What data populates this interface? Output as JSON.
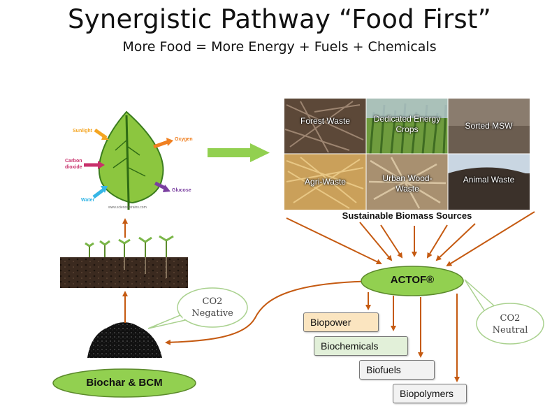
{
  "title": "Synergistic Pathway “Food First”",
  "subtitle": "More Food = More Energy + Fuels + Chemicals",
  "leaf": {
    "sunlight": "Sunlight",
    "carbon_dioxide_1": "Carbon",
    "carbon_dioxide_2": "dioxide",
    "water": "Water",
    "oxygen": "Oxygen",
    "glucose": "Glucose",
    "credit": "www.sciencentrains.com"
  },
  "biomass": {
    "tiles": [
      "Forest Waste",
      "Dedicated Energy Crops",
      "Sorted MSW",
      "Agri-Waste",
      "Urban Wood-Waste",
      "Animal Waste"
    ],
    "caption": "Sustainable Biomass Sources"
  },
  "actof": "ACTOF®",
  "co2_negative_1": "CO2",
  "co2_negative_2": "Negative",
  "co2_neutral_1": "CO2",
  "co2_neutral_2": "Neutral",
  "biochar": "Biochar & BCM",
  "outputs": [
    "Biopower",
    "Biochemicals",
    "Biofuels",
    "Biopolymers"
  ],
  "colors": {
    "arrow": "#c55a11",
    "oval_green": "#92d050",
    "bubble_border": "#a9d18e",
    "biopower_fill": "#fbe5c0",
    "biochemicals_fill": "#e2f0d9",
    "biofuels_fill": "#f2f2f2",
    "biopolymers_fill": "#f2f2f2"
  }
}
